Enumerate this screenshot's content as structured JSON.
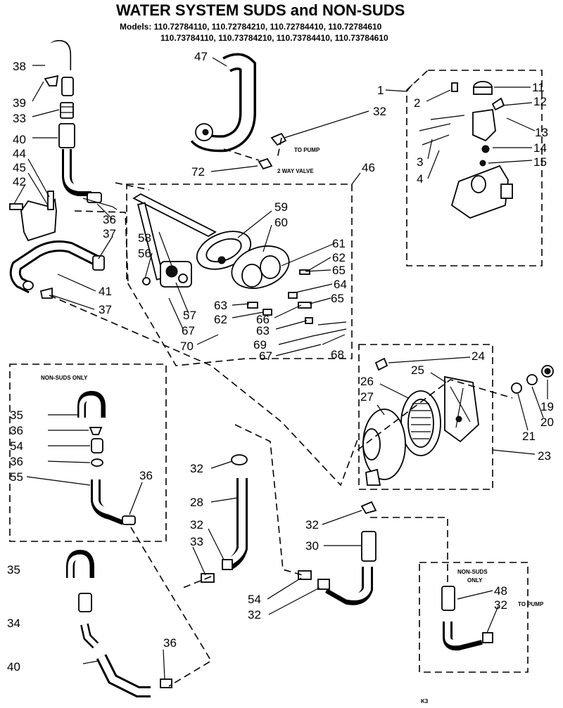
{
  "title": "WATER SYSTEM SUDS and NON-SUDS",
  "models": {
    "line1": "Models: 110.72784110, 110.72784210, 110.72784410, 110.72784610",
    "line2": "110.73784110, 110.73784210, 110.73784410, 110.73784610"
  },
  "notes": {
    "to_pump_top": "TO PUMP",
    "two_way_valve": "2 WAY VALVE",
    "to_pump_bottom": "TO PUMP",
    "non_suds_left": "NON-SUDS ONLY",
    "non_suds_right_1": "NON-SUDS",
    "non_suds_right_2": "ONLY",
    "page_mark": "K3"
  },
  "callouts": {
    "c38": "38",
    "c39": "39",
    "c33a": "33",
    "c40a": "40",
    "c44": "44",
    "c45": "45",
    "c42": "42",
    "c36a": "36",
    "c37a": "37",
    "c41": "41",
    "c37b": "37",
    "c47": "47",
    "c32a": "32",
    "c72": "72",
    "c46": "46",
    "c59": "59",
    "c60": "60",
    "c58": "58",
    "c56": "56",
    "c61": "61",
    "c62a": "62",
    "c65a": "65",
    "c64": "64",
    "c65b": "65",
    "c63a": "63",
    "c62b": "62",
    "c66": "66",
    "c63b": "63",
    "c57": "57",
    "c67a": "67",
    "c70": "70",
    "c69": "69",
    "c67b": "67",
    "c68": "68",
    "c1": "1",
    "c11": "11",
    "c2": "2",
    "c12": "12",
    "c13": "13",
    "c3": "3",
    "c14": "14",
    "c4": "4",
    "c15": "15",
    "c24": "24",
    "c25": "25",
    "c26": "26",
    "c27": "27",
    "c19": "19",
    "c20": "20",
    "c21": "21",
    "c23": "23",
    "c35a": "35",
    "c36b": "36",
    "c54a": "54",
    "c36c": "36",
    "c55": "55",
    "c36d": "36",
    "c32b": "32",
    "c28": "28",
    "c32c": "32",
    "c33b": "33",
    "c32d": "32",
    "c30": "30",
    "c54b": "54",
    "c32e": "32",
    "c48": "48",
    "c32f": "32",
    "c35b": "35",
    "c34": "34",
    "c40b": "40",
    "c36e": "36"
  }
}
